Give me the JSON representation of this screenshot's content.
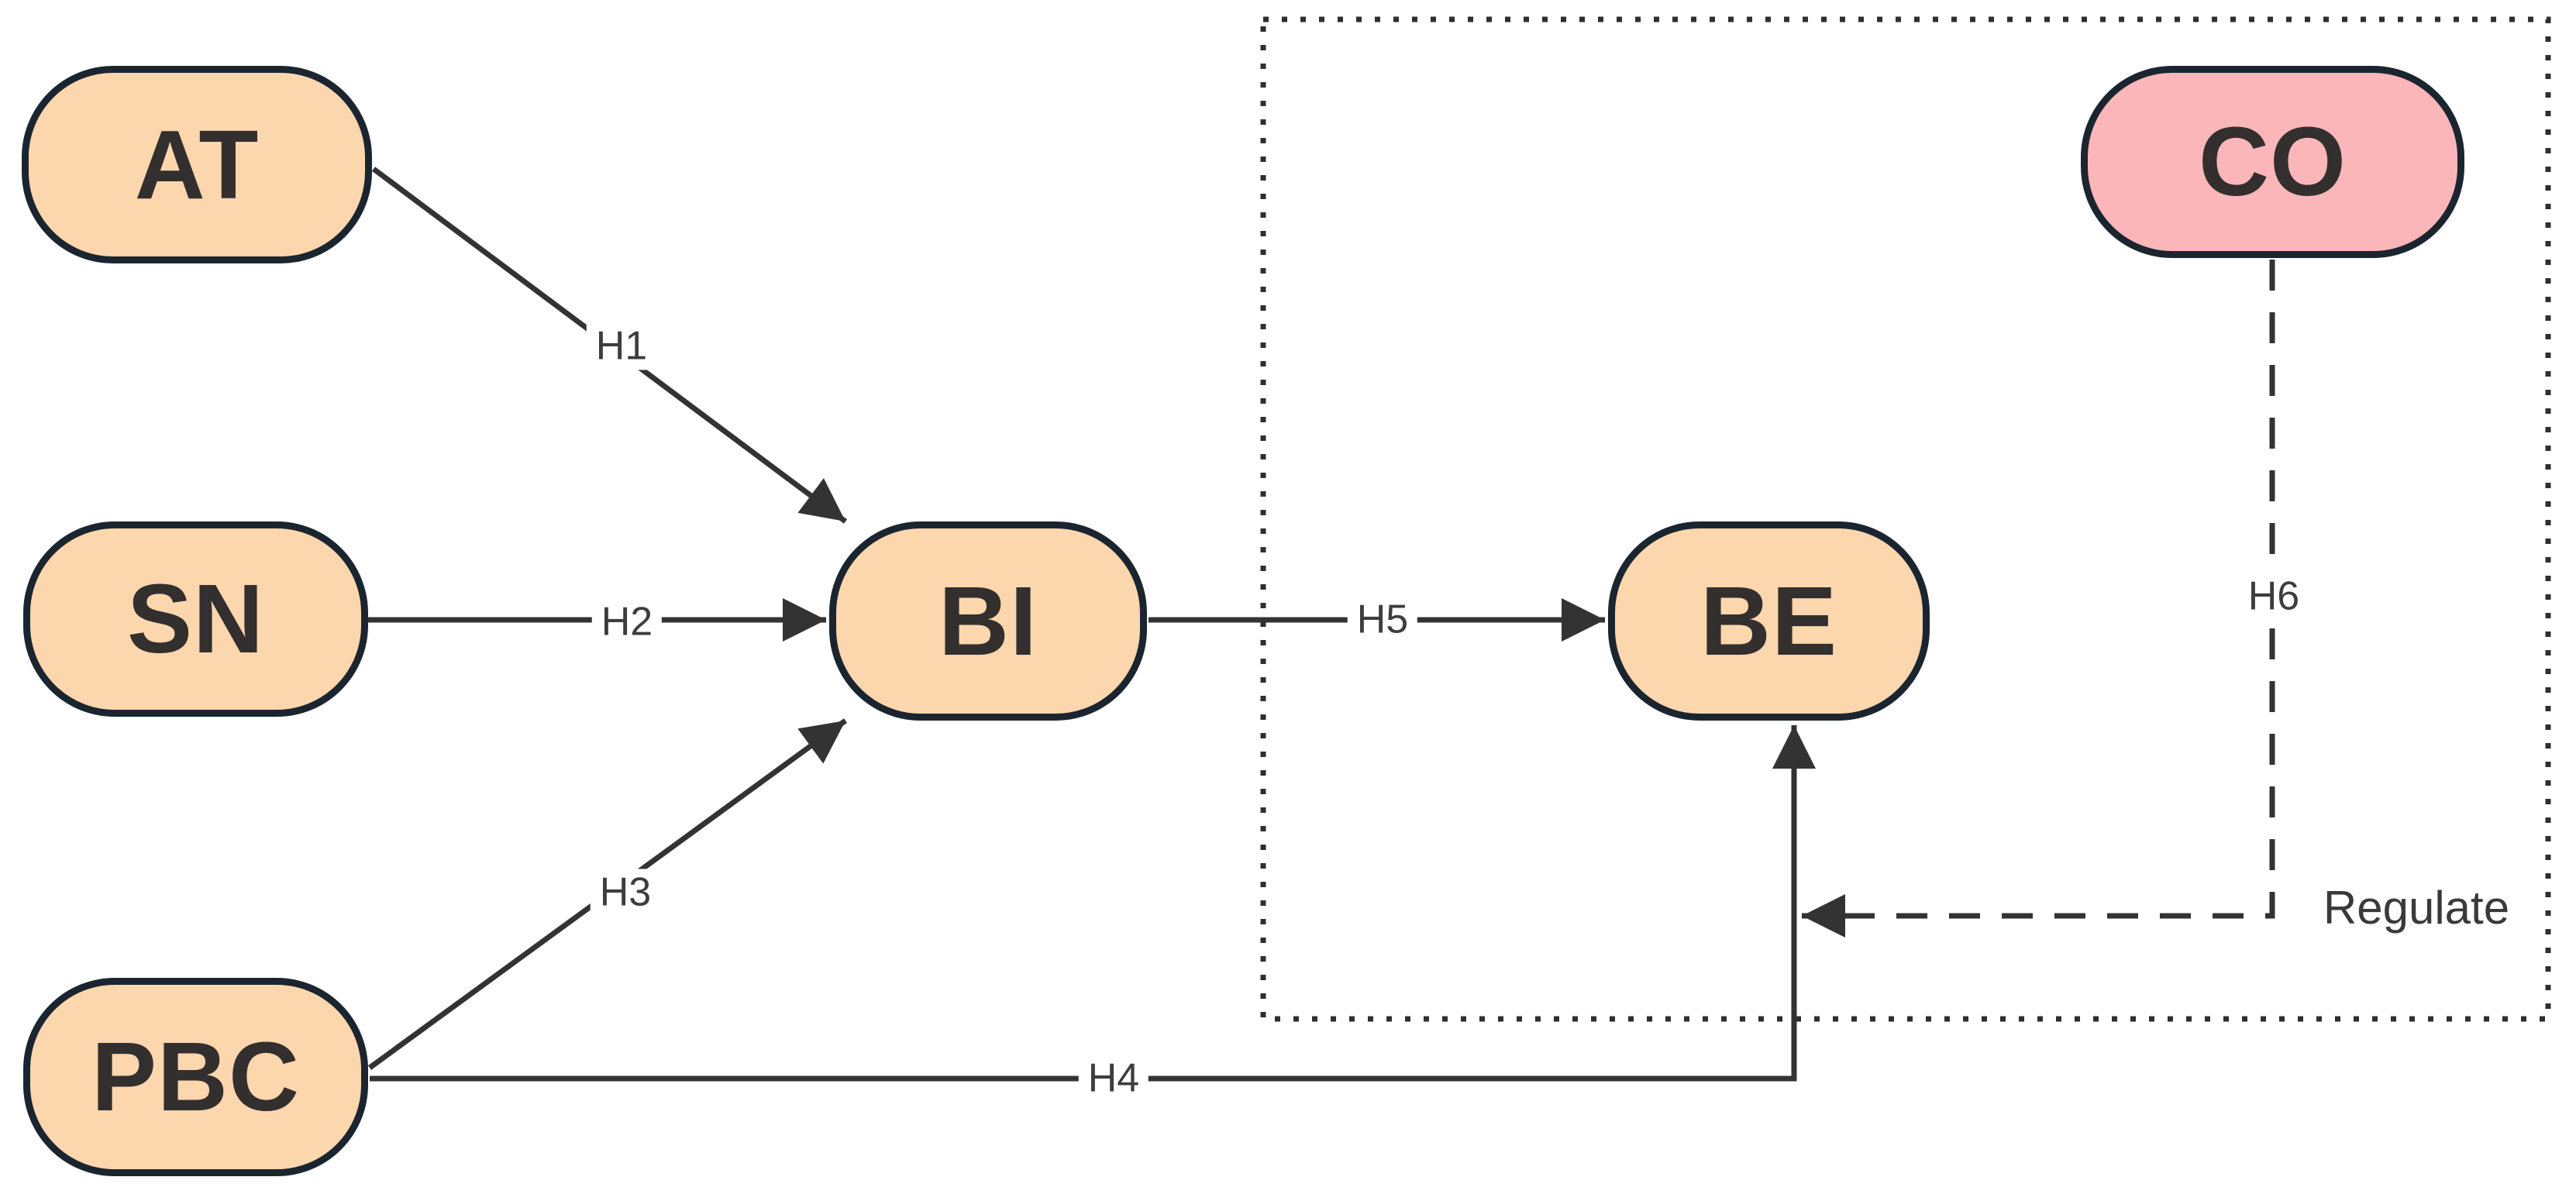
{
  "diagram": {
    "type": "path-model",
    "background": "#ffffff",
    "line_color": "#333333",
    "nodes": [
      {
        "id": "AT",
        "label": "AT",
        "fill": "#FCD6AD",
        "border": "#1B2530"
      },
      {
        "id": "SN",
        "label": "SN",
        "fill": "#FCD6AD",
        "border": "#1B2530"
      },
      {
        "id": "PBC",
        "label": "PBC",
        "fill": "#FCD6AD",
        "border": "#1B2530"
      },
      {
        "id": "BI",
        "label": "BI",
        "fill": "#FCD6AD",
        "border": "#1B2530"
      },
      {
        "id": "BE",
        "label": "BE",
        "fill": "#FCD6AD",
        "border": "#1B2530"
      },
      {
        "id": "CO",
        "label": "CO",
        "fill": "#FAB6B8",
        "border": "#1B2530"
      }
    ],
    "edges": [
      {
        "label": "H1",
        "from": "AT",
        "to": "BI",
        "style": "solid-arrow"
      },
      {
        "label": "H2",
        "from": "SN",
        "to": "BI",
        "style": "solid-arrow"
      },
      {
        "label": "H3",
        "from": "PBC",
        "to": "BI",
        "style": "solid-arrow"
      },
      {
        "label": "H4",
        "from": "PBC",
        "to": "BE",
        "style": "solid-arrow-elbow"
      },
      {
        "label": "H5",
        "from": "BI",
        "to": "BE",
        "style": "solid-arrow"
      },
      {
        "label": "H6",
        "from": "CO",
        "to": "H4-vertical-segment",
        "style": "dashed-arrow",
        "annotation": "Regulate"
      }
    ],
    "moderation_box": {
      "style": "dotted-border",
      "contains": [
        "BE",
        "CO"
      ]
    }
  }
}
